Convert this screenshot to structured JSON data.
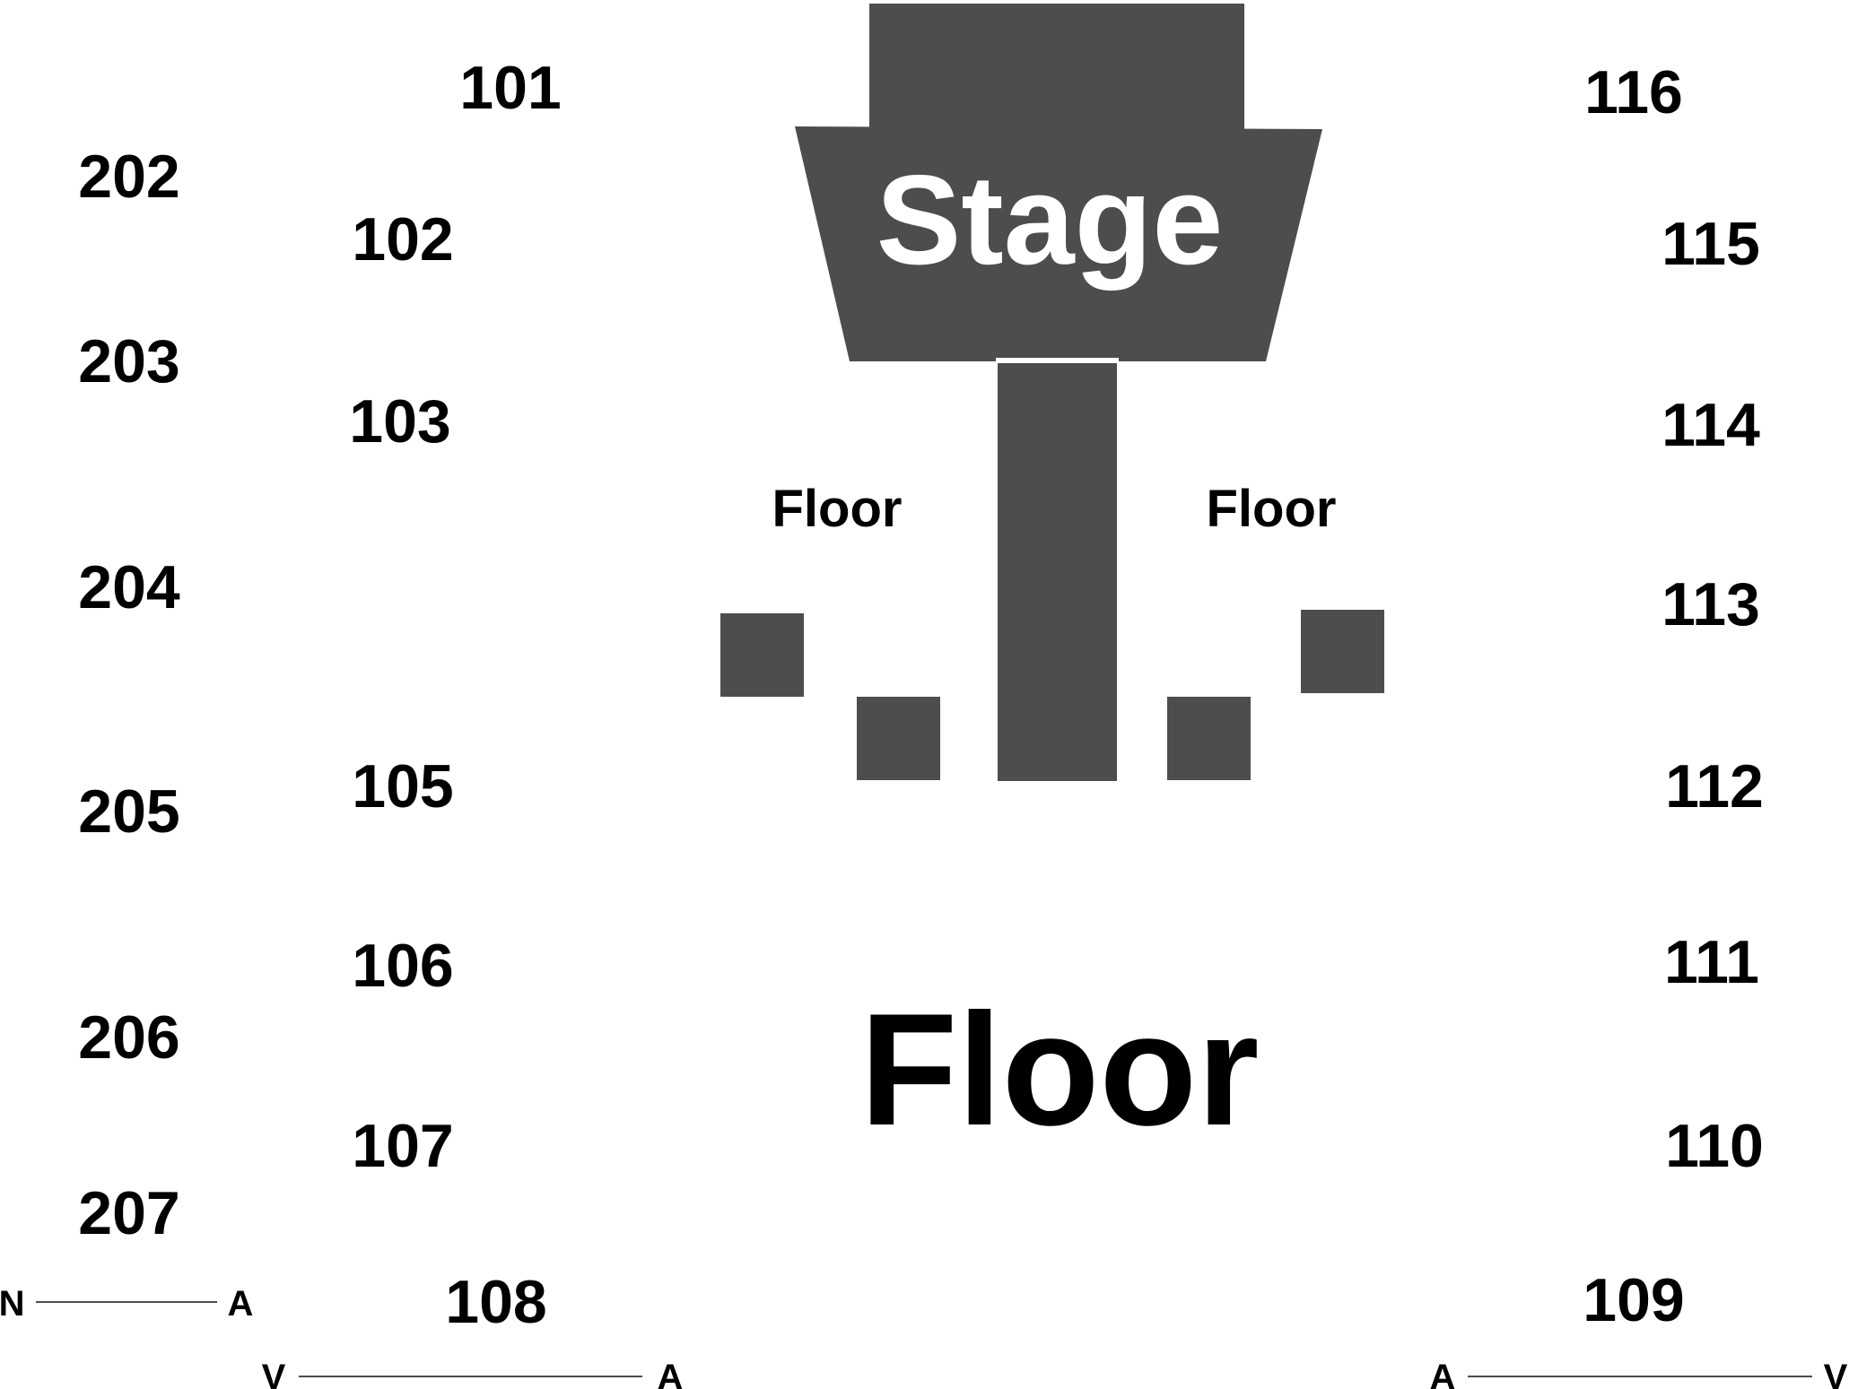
{
  "stage": {
    "label": "Stage",
    "color": "#4d4d4d"
  },
  "floor": {
    "main_label": "Floor",
    "left_label": "Floor",
    "right_label": "Floor"
  },
  "sections_100_left": [
    "101",
    "102",
    "103",
    "105",
    "106",
    "107",
    "108"
  ],
  "sections_100_right": [
    "116",
    "115",
    "114",
    "113",
    "112",
    "111",
    "110",
    "109"
  ],
  "sections_200_left": [
    "202",
    "203",
    "204",
    "205",
    "206",
    "207"
  ],
  "row_markers": {
    "left_upper": {
      "start": "N",
      "end": "A"
    },
    "left_lower": {
      "start": "V",
      "end": "A"
    },
    "right_lower": {
      "start": "A",
      "end": "V"
    }
  },
  "colors": {
    "stage_fill": "#4d4d4d",
    "label_text": "#000000",
    "stage_text": "#ffffff",
    "background": "#ffffff"
  }
}
